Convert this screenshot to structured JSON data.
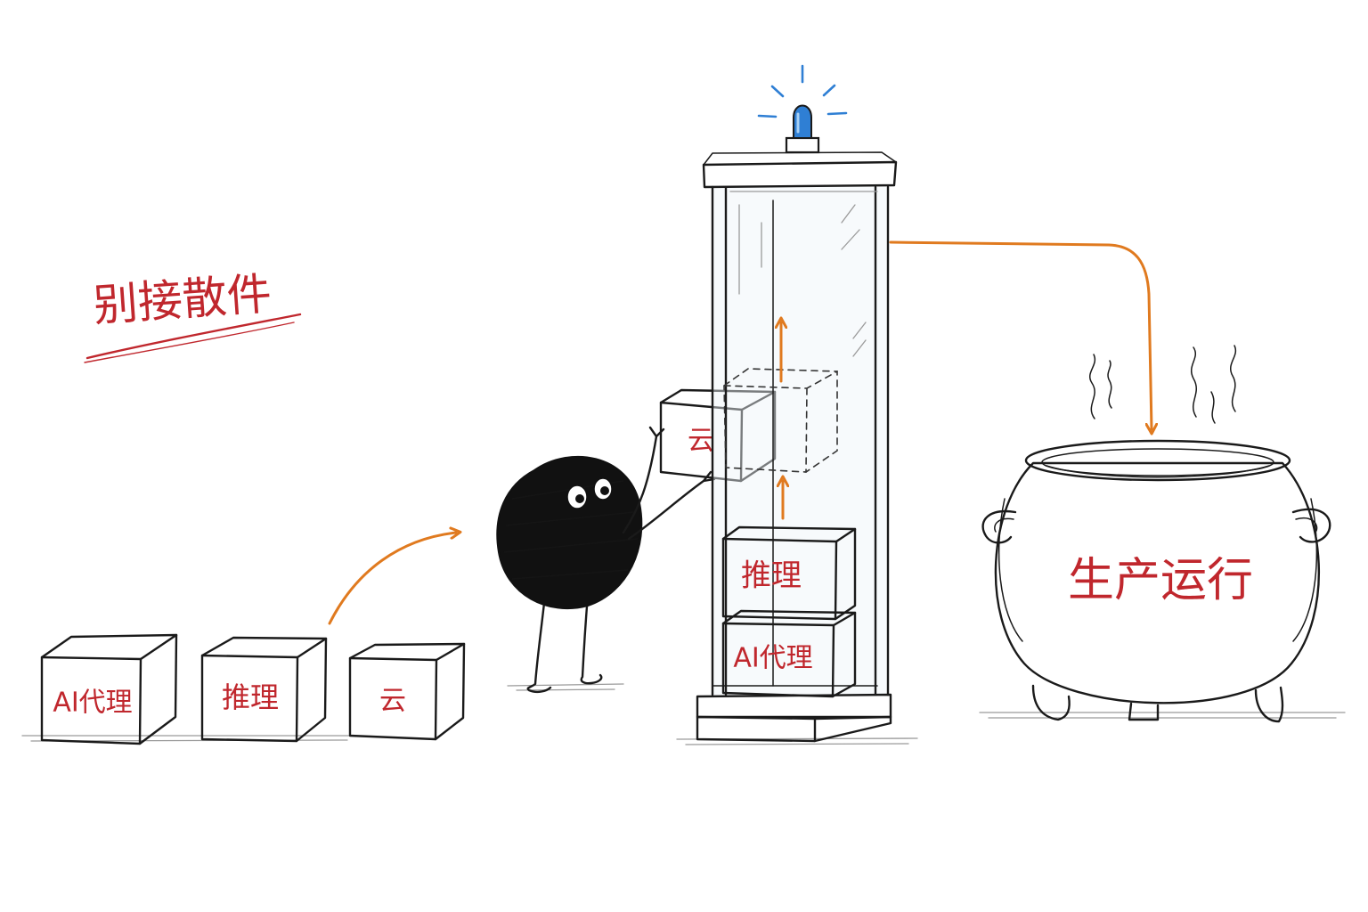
{
  "heading": {
    "text": "别接散件",
    "color": "#c0272d"
  },
  "ground_boxes": [
    {
      "label": "AI代理"
    },
    {
      "label": "推理"
    },
    {
      "label": "云"
    }
  ],
  "held_box": {
    "label": "云"
  },
  "tower_boxes": [
    {
      "label": "推理"
    },
    {
      "label": "AI代理"
    }
  ],
  "pot": {
    "label": "生产运行"
  },
  "colors": {
    "ink": "#1a1a1a",
    "label_red": "#c0272d",
    "arrow_orange": "#e07a1f",
    "beacon_blue": "#2f7fd4"
  },
  "icons": {
    "character": "ink-blob-character-icon",
    "beacon": "blue-beacon-light-icon",
    "steam": "steam-wisps-icon"
  }
}
